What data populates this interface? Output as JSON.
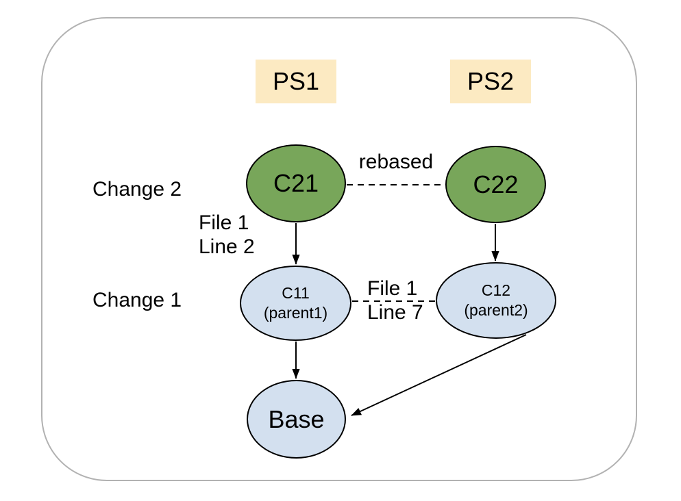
{
  "diagram": {
    "type": "commit-graph",
    "description_colors": {
      "patchset_header_fill": "#FCEAC2",
      "rebased_commit_fill": "#78A65A",
      "parent_commit_fill": "#D3E0EF",
      "frame_border": "#B2B2B2",
      "edge_stroke": "#000000",
      "text": "#000000"
    }
  },
  "headers": {
    "ps1": "PS1",
    "ps2": "PS2"
  },
  "rows": {
    "change2": "Change 2",
    "change1": "Change 1"
  },
  "nodes": {
    "c21": {
      "label": "C21"
    },
    "c22": {
      "label": "C22"
    },
    "c11": {
      "label": "C11",
      "sublabel": "(parent1)"
    },
    "c12": {
      "label": "C12",
      "sublabel": "(parent2)"
    },
    "base": {
      "label": "Base"
    }
  },
  "edge_labels": {
    "rebased": "rebased",
    "c21_to_c11": [
      "File 1",
      "Line 2"
    ],
    "c11_c12_relation": [
      "File 1",
      "Line 7"
    ]
  },
  "edges": [
    {
      "from": "c21",
      "to": "c11",
      "style": "solid-arrow"
    },
    {
      "from": "c22",
      "to": "c12",
      "style": "solid-arrow"
    },
    {
      "from": "c11",
      "to": "base",
      "style": "solid-arrow"
    },
    {
      "from": "c12",
      "to": "base",
      "style": "solid-arrow"
    },
    {
      "from": "c21",
      "to": "c22",
      "style": "dashed",
      "label": "rebased"
    },
    {
      "from": "c11",
      "to": "c12",
      "style": "dashed",
      "label": "File 1 Line 7"
    }
  ]
}
